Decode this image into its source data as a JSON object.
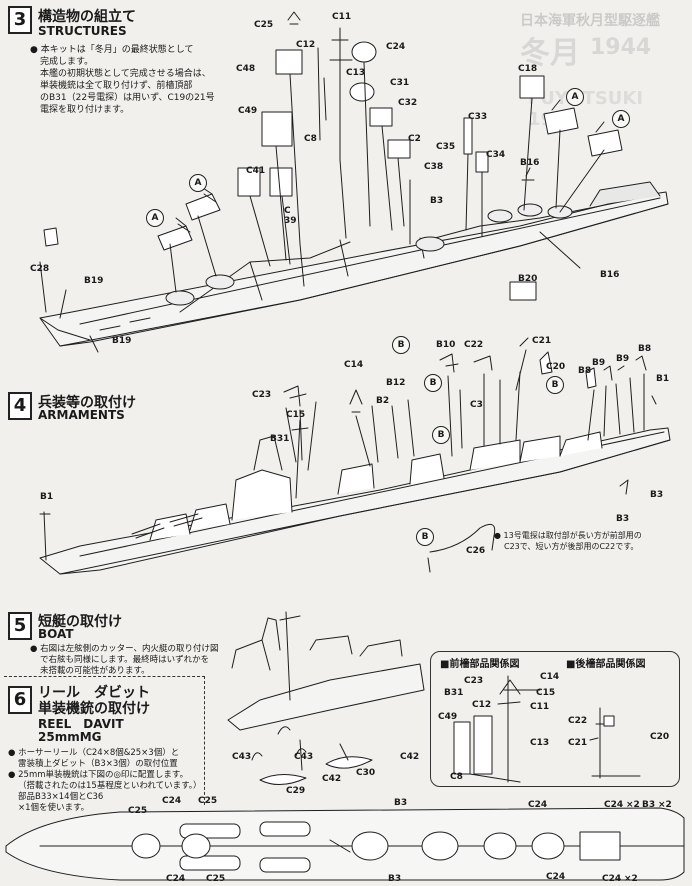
{
  "bg_header": {
    "jp_title": "日本海軍秋月型駆逐艦",
    "name": "冬月",
    "year": "1944",
    "sub": "FUYUTSUKI 1944"
  },
  "step3": {
    "num": "3",
    "title_jp": "構造物の組立て",
    "title_en": "STRUCTURES",
    "notes": [
      "本キットは「冬月」の最終状態として",
      "完成します。",
      "本艦の初期状態として完成させる場合は、",
      "単装機銃は全て取り付けず、前檣頂部",
      "のB31（22号電探）は用いず、C19の21号",
      "電探を取り付けます。"
    ]
  },
  "step4": {
    "num": "4",
    "title_jp": "兵装等の取付け",
    "title_en": "ARMAMENTS",
    "notes": [
      "13号電探は取付部が長い方が前部用の",
      "C23で、短い方が後部用のC22です。"
    ]
  },
  "step5": {
    "num": "5",
    "title_jp": "短艇の取付け",
    "title_en": "BOAT",
    "notes": [
      "右図は左舷側のカッター、内火艇の取り付け図",
      "で右舷も同様にします。最終時はいずれかを",
      "未搭載の可能性があります。"
    ]
  },
  "step6": {
    "num": "6",
    "title_jp1": "リール　ダビット",
    "title_jp2": "単装機銃の取付け",
    "title_en1": "REEL　DAVIT",
    "title_en2": "25mmMG",
    "notes": [
      "ホーサーリール（C24×8個&25×3個）と",
      "雷装積上ダビット（B3×3個）の取付位置",
      "25mm単装機銃は下図の◎印に配置します。",
      "（搭載されたのは15基程度といわれています。）",
      "部品B33×14個とC36",
      "×1個を使います。"
    ]
  },
  "inset": {
    "front_title": "■前檣部品関係図",
    "rear_title": "■後檣部品関係図"
  },
  "callout_letters": {
    "a": "A",
    "b": "B"
  },
  "labels": {
    "C25": "C25",
    "C11": "C11",
    "C12": "C12",
    "C24": "C24",
    "C48": "C48",
    "C13": "C13",
    "C31": "C31",
    "C49": "C49",
    "C32": "C32",
    "C18": "C18",
    "C8": "C8",
    "C2": "C2",
    "C33": "C33",
    "C35": "C35",
    "C34": "C34",
    "C38": "C38",
    "C41": "C41",
    "C39": "C\n39",
    "B16": "B16",
    "B3": "B3",
    "C28": "C28",
    "B19": "B19",
    "B20": "B20",
    "C14": "C14",
    "C21": "C21",
    "C22": "C22",
    "C20": "C20",
    "B10": "B10",
    "B12": "B12",
    "B2": "B2",
    "C23": "C23",
    "C15": "C15",
    "C3": "C3",
    "B31": "B31",
    "B9": "B9",
    "B8": "B8",
    "B1": "B1",
    "C26": "C26",
    "C43": "C43",
    "C29": "C29",
    "C42": "C42",
    "C30": "C30"
  }
}
